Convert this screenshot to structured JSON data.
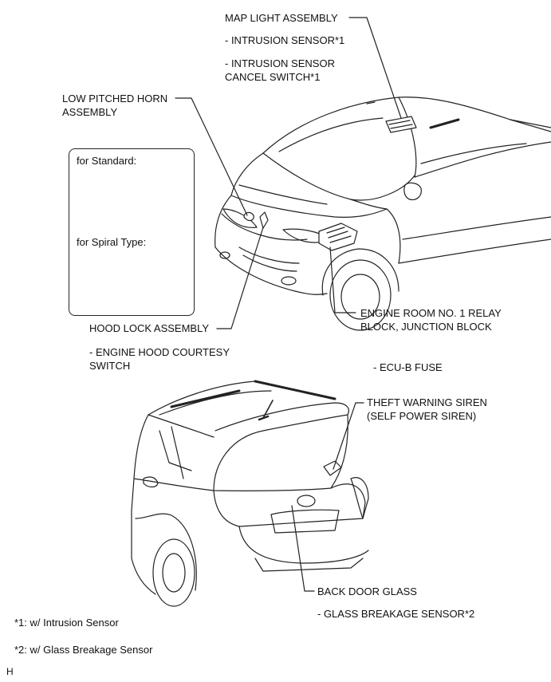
{
  "labels": {
    "map_light_assembly": "MAP LIGHT ASSEMBLY",
    "intrusion_sensor": "- INTRUSION SENSOR*1",
    "intrusion_cancel_switch": "- INTRUSION SENSOR\nCANCEL SWITCH*1",
    "low_pitched_horn": "LOW PITCHED HORN\nASSEMBLY",
    "for_standard": "for Standard:",
    "for_spiral_type": "for Spiral Type:",
    "hood_lock_assembly": "HOOD LOCK ASSEMBLY",
    "engine_hood_courtesy_switch": "- ENGINE HOOD COURTESY\nSWITCH",
    "engine_room_relay_block": "ENGINE ROOM NO. 1 RELAY\nBLOCK, JUNCTION BLOCK",
    "ecu_b_fuse": "- ECU-B FUSE",
    "theft_warning_siren": "THEFT WARNING SIREN\n(SELF POWER SIREN)",
    "back_door_glass": "BACK DOOR GLASS",
    "glass_breakage_sensor": "- GLASS BREAKAGE SENSOR*2"
  },
  "footnotes": {
    "note1": "*1: w/ Intrusion Sensor",
    "note2": "*2: w/ Glass Breakage Sensor"
  },
  "corner_mark": "H",
  "colors": {
    "line": "#222222",
    "background": "#ffffff"
  }
}
